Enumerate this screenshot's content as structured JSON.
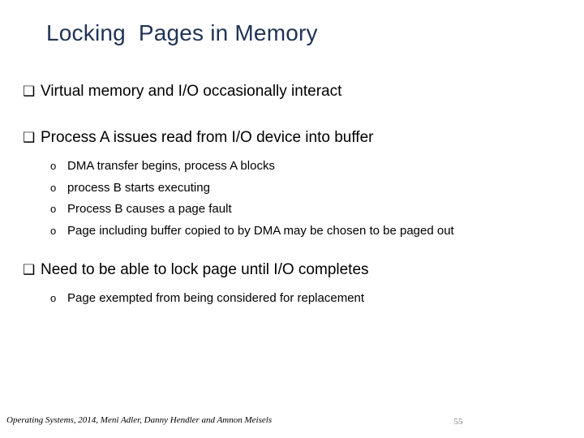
{
  "slide": {
    "title": "Locking  Pages in Memory",
    "title_color": "#1f3355",
    "background_color": "#ffffff",
    "body_text_color": "#000000",
    "markers": {
      "level1": "❑",
      "level2": "o"
    },
    "blocks": [
      {
        "level1": "Virtual memory and I/O occasionally interact",
        "sub": []
      },
      {
        "level1": "Process A issues read from I/O device into buffer",
        "sub": [
          "DMA transfer begins, process A blocks",
          "process B starts executing",
          "Process B causes a page fault",
          "Page including buffer copied to by DMA may be chosen to be paged out"
        ]
      },
      {
        "level1": "Need to be able to lock page until I/O completes",
        "sub": [
          "Page exempted from being considered for replacement"
        ]
      }
    ]
  },
  "footer": {
    "credit": "Operating Systems, 2014, Meni Adler, Danny Hendler and Amnon Meisels",
    "page_number": "55",
    "page_number_color": "#7f7f7f"
  }
}
